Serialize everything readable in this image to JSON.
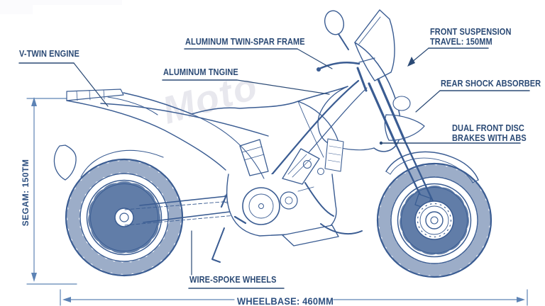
{
  "title": "Motorcycle technical blueprint diagram",
  "colors": {
    "drawing_line": "#3a5c92",
    "drawing_line_light": "#7d9cc4",
    "label_text": "#2b4a75",
    "dimension_line": "#5d83b5",
    "watermark": "#e8e8ee",
    "background": "#ffffff"
  },
  "watermark": {
    "text": "Moto"
  },
  "labels": {
    "v_twin_engine": {
      "text": "V-TWIN ENGINE"
    },
    "aluminum_twin_spar_frame": {
      "text": "ALUMINUM TWIN-SPAR FRAME"
    },
    "aluminum_tngine": {
      "text": "ALUMINUM TNGINE"
    },
    "front_suspension": {
      "line1": "FRONT SUSPENSION",
      "line2": "TRAVEL: 150MM"
    },
    "rear_shock_absorber": {
      "text": "REAR SHOCK ABSORBER"
    },
    "dual_front_disc": {
      "line1": "DUAL FRONT DISC",
      "line2": "BRAKES WITH ABS"
    },
    "wire_spoke_wheels": {
      "text": "WIRE-SPOKE WHEELS"
    }
  },
  "dimensions": {
    "seat_height_vertical": {
      "text": "SEGAM: 150TM"
    },
    "wheelbase_bottom": {
      "text": "WHEELBASE: 460MM"
    }
  }
}
